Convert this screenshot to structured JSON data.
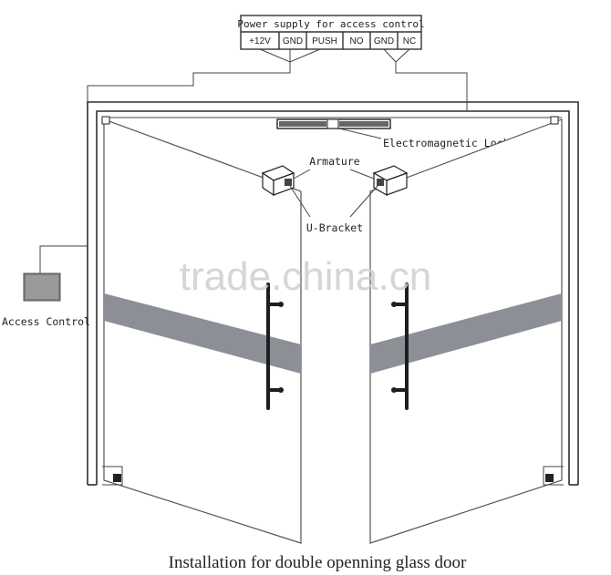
{
  "power_supply": {
    "title": "Power supply for access control",
    "terminals": [
      "+12V",
      "GND",
      "PUSH",
      "NO",
      "GND",
      "NC"
    ]
  },
  "labels": {
    "electromagnetic_lock": "Electromagnetic Lock",
    "armature": "Armature",
    "u_bracket": "U-Bracket",
    "access_control": "Access Control"
  },
  "watermark": "trade.china.cn",
  "caption": "Installation for double openning glass door",
  "colors": {
    "line": "#333333",
    "band": "#8c8f96",
    "watermark": "#d2d2d2"
  }
}
